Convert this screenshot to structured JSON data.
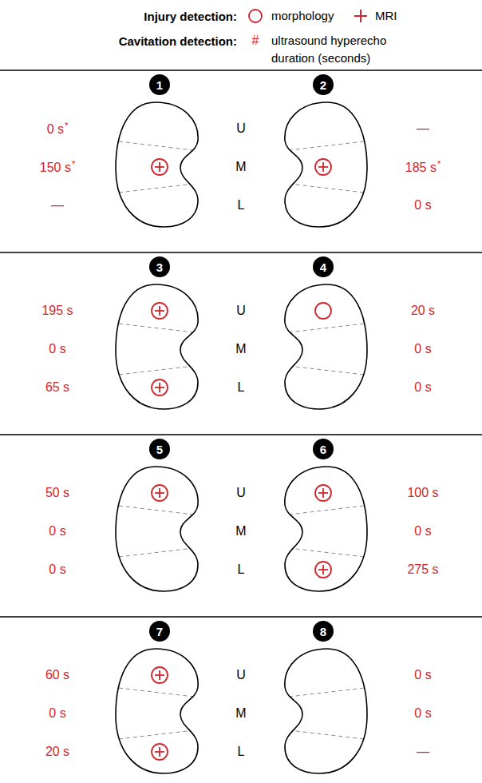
{
  "diagram": {
    "nodes": [
      {
        "text": [
          "1"
        ]
      },
      {
        "text": [
          "2"
        ]
      },
      {
        "text": [
          "3"
        ]
      },
      {
        "text": [
          "4"
        ]
      },
      {
        "text": [
          "5"
        ]
      },
      {
        "text": [
          "6"
        ]
      },
      {
        "text": [
          "7"
        ]
      },
      {
        "text": [
          "8"
        ]
      }
    ],
    "labels": [
      "Injury detection:",
      "Cavitation detection:",
      "#",
      "0 s",
      "*",
      "150 s",
      "*",
      "—",
      "U",
      "M",
      "L",
      "—",
      "185 s",
      "*",
      "0 s",
      "195 s",
      "0 s",
      "65 s",
      "U",
      "M",
      "L",
      "20 s",
      "0 s",
      "0 s",
      "50 s",
      "0 s",
      "0 s",
      "U",
      "M",
      "L",
      "100 s",
      "0 s",
      "275 s",
      "60 s",
      "0 s",
      "20 s",
      "U",
      "M",
      "L",
      "0 s",
      "0 s",
      "—"
    ],
    "legend": [
      {
        "text": "morphology"
      },
      {
        "text": "MRI"
      },
      {
        "text": "ultrasound hyperecho duration (seconds)"
      }
    ]
  }
}
